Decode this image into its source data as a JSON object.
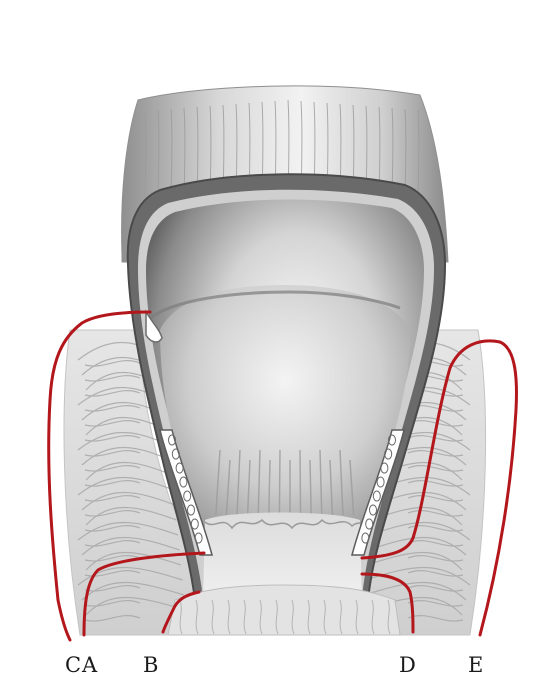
{
  "labels": {
    "c": "C",
    "a": "A",
    "b": "B",
    "d": "D",
    "e": "E"
  },
  "colors": {
    "line": "#b3161b",
    "tissue_light": "#e9e9e9",
    "tissue_mid": "#bdbdbd",
    "tissue_dark": "#5e5e5e",
    "background": "#ffffff"
  }
}
